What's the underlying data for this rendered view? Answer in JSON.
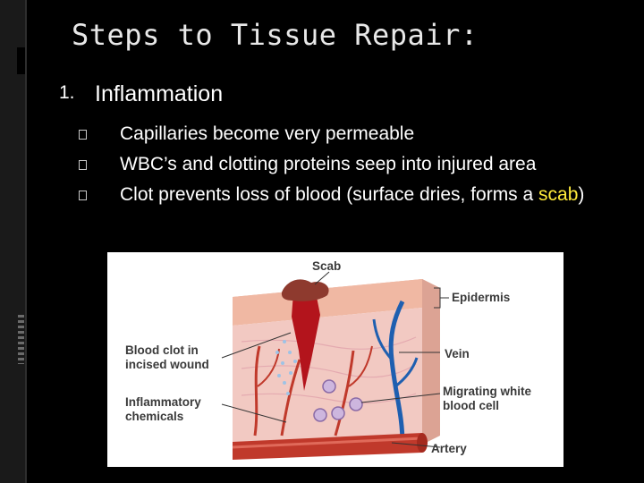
{
  "slide": {
    "title": "Steps to Tissue Repair:",
    "item_number": "1.",
    "item_title": "Inflammation",
    "bullets": [
      {
        "text": "Capillaries become very permeable"
      },
      {
        "text": "WBC’s and clotting proteins seep into injured area"
      },
      {
        "text_before": "Clot prevents loss of blood (surface dries, forms a ",
        "highlight": "scab",
        "text_after": ")"
      }
    ],
    "highlight_color": "#ffeb3b"
  },
  "figure": {
    "labels": {
      "scab": "Scab",
      "epidermis": "Epidermis",
      "vein": "Vein",
      "blood_clot_line1": "Blood clot in",
      "blood_clot_line2": "incised wound",
      "migrating_line1": "Migrating white",
      "migrating_line2": "blood cell",
      "inflammatory_line1": "Inflammatory",
      "inflammatory_line2": "chemicals",
      "artery": "Artery"
    }
  }
}
